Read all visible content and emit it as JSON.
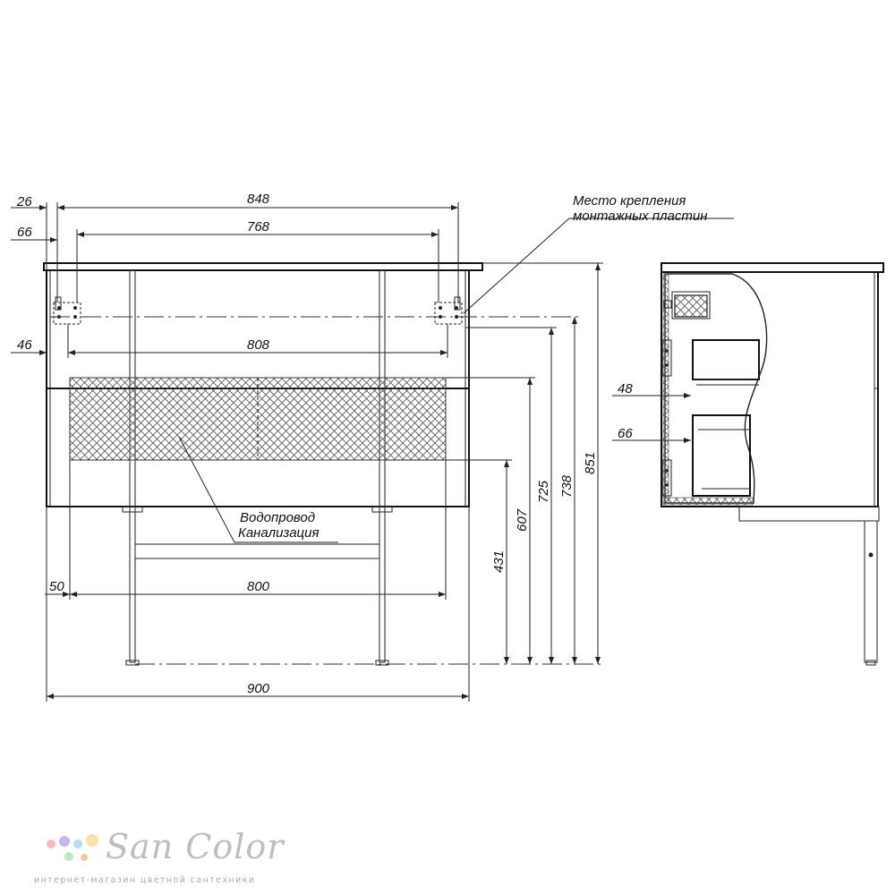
{
  "dimensions": {
    "d26": "26",
    "d66_left": "66",
    "d848": "848",
    "d768": "768",
    "d46": "46",
    "d808": "808",
    "d50": "50",
    "d800": "800",
    "d900": "900",
    "d431": "431",
    "d607": "607",
    "d725": "725",
    "d738": "738",
    "d851": "851",
    "d48": "48",
    "d66_side": "66"
  },
  "labels": {
    "mounting_line1": "Место крепления",
    "mounting_line2": "монтажных пластин",
    "pipes_line1": "Водопровод",
    "pipes_line2": "Канализация"
  },
  "logo": {
    "name": "San Color",
    "tagline": "интернет-магазин цветной сантехники",
    "dot_colors": [
      "#f6b7c9",
      "#c7b6ee",
      "#b7d9f3",
      "#f7e3a6",
      "#bfe6c4",
      "#f5c6a5"
    ]
  }
}
